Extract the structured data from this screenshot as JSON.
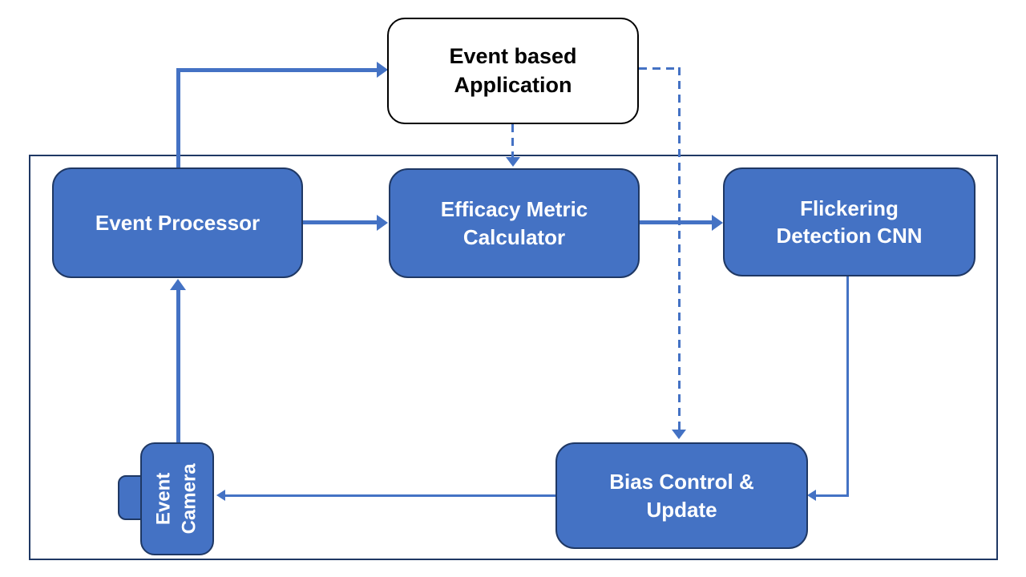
{
  "diagram": {
    "nodes": {
      "app": {
        "line1": "Event based",
        "line2": "Application"
      },
      "processor": {
        "label": "Event Processor"
      },
      "efficacy": {
        "line1": "Efficacy Metric",
        "line2": "Calculator"
      },
      "cnn": {
        "line1": "Flickering",
        "line2": "Detection CNN"
      },
      "bias": {
        "line1": "Bias Control &",
        "line2": "Update"
      },
      "camera": {
        "line1": "Event",
        "line2": "Camera"
      }
    },
    "edges": [
      {
        "from": "event-processor",
        "to": "event-based-application",
        "style": "solid-thick"
      },
      {
        "from": "event-processor",
        "to": "efficacy-metric-calculator",
        "style": "solid-thick"
      },
      {
        "from": "efficacy-metric-calculator",
        "to": "flickering-detection-cnn",
        "style": "solid-thick"
      },
      {
        "from": "event-based-application",
        "to": "efficacy-metric-calculator",
        "style": "dashed"
      },
      {
        "from": "event-based-application",
        "to": "bias-control-update",
        "style": "dashed"
      },
      {
        "from": "flickering-detection-cnn",
        "to": "bias-control-update",
        "style": "solid-thin"
      },
      {
        "from": "bias-control-update",
        "to": "event-camera",
        "style": "solid-thin"
      },
      {
        "from": "event-camera",
        "to": "event-processor",
        "style": "solid-thick"
      }
    ],
    "colors": {
      "node_fill": "#4472C4",
      "node_border": "#1F3864",
      "node_text": "#FFFFFF",
      "app_fill": "#FFFFFF",
      "app_border": "#000000",
      "app_text": "#000000",
      "arrow": "#4472C4",
      "container_border": "#1F3864"
    }
  }
}
